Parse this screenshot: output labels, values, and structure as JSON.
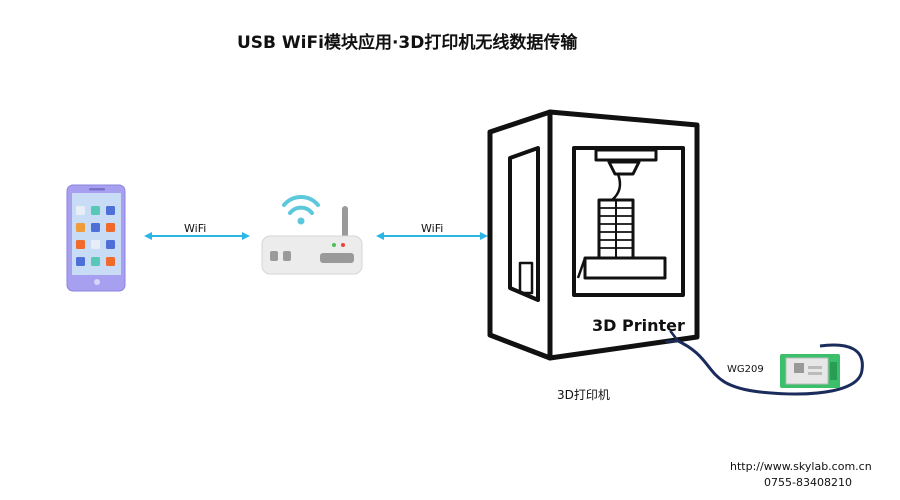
{
  "title": "USB WiFi模块应用·3D打印机无线数据传输",
  "links": [
    {
      "label": "WiFi"
    },
    {
      "label": "WiFi"
    }
  ],
  "printer": {
    "label": "3D Printer",
    "caption": "3D打印机"
  },
  "module": {
    "label": "WG209"
  },
  "footer": {
    "url": "http://www.skylab.com.cn",
    "phone": "0755-83408210"
  }
}
